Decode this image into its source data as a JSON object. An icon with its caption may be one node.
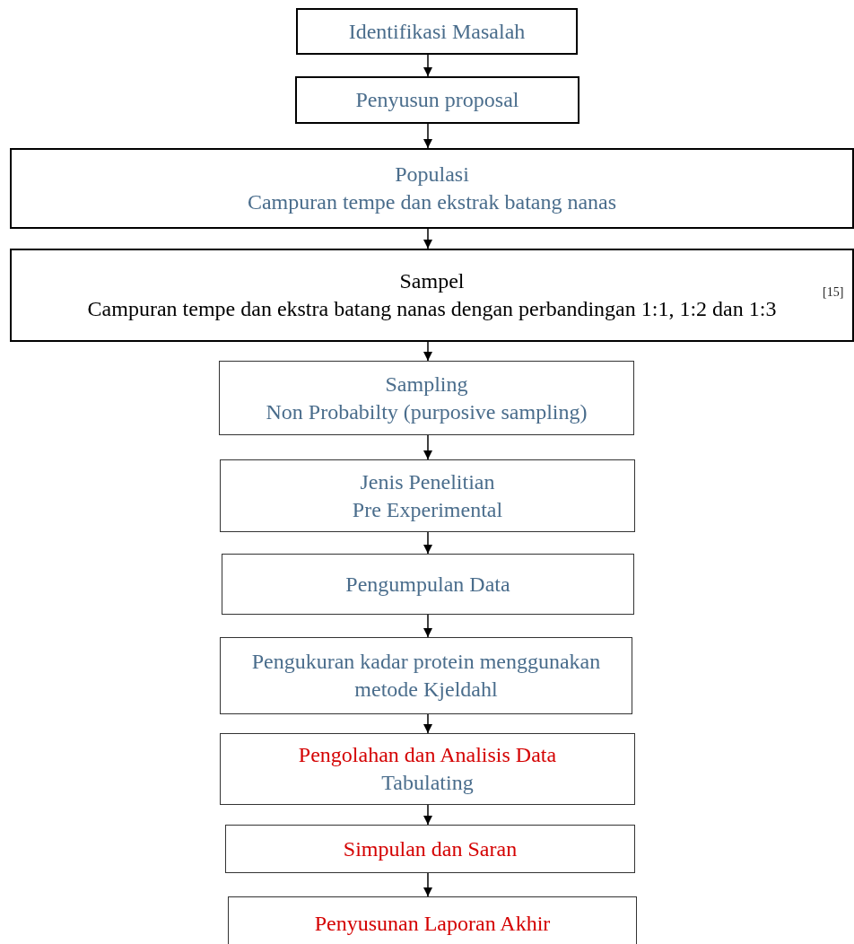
{
  "diagram": {
    "nodes": [
      {
        "text": [
          "Identifikasi Masalah"
        ]
      },
      {
        "text": [
          "Penyusun proposal"
        ]
      },
      {
        "text": [
          "Populasi",
          "Campuran tempe dan ekstrak batang nanas"
        ]
      },
      {
        "text": [
          "Sampel",
          "Campuran tempe dan ekstra batang nanas dengan perbandingan 1:1, 1:2 dan 1:3"
        ]
      },
      {
        "text": [
          "Sampling",
          "Non Probabilty (purposive sampling)"
        ]
      },
      {
        "text": [
          "Jenis Penelitian",
          "Pre Experimental"
        ]
      },
      {
        "text": [
          "Pengumpulan Data"
        ]
      },
      {
        "text": [
          "Pengukuran kadar protein menggunakan metode Kjeldahl"
        ]
      },
      {
        "text": [
          "Pengolahan dan Analisis Data",
          "Tabulating"
        ]
      },
      {
        "text": [
          "Simpulan dan Saran"
        ]
      },
      {
        "text": [
          "Penyusunan Laporan Akhir"
        ]
      }
    ],
    "edges": [
      {
        "from": 0,
        "to": 1,
        "arrow": "to"
      },
      {
        "from": 1,
        "to": 2,
        "arrow": "to"
      },
      {
        "from": 2,
        "to": 3,
        "arrow": "to"
      },
      {
        "from": 3,
        "to": 4,
        "arrow": "to"
      },
      {
        "from": 4,
        "to": 5,
        "arrow": "to"
      },
      {
        "from": 5,
        "to": 6,
        "arrow": "to"
      },
      {
        "from": 6,
        "to": 7,
        "arrow": "to"
      },
      {
        "from": 7,
        "to": 8,
        "arrow": "to"
      },
      {
        "from": 8,
        "to": 9,
        "arrow": "to"
      },
      {
        "from": 9,
        "to": 10,
        "arrow": "to"
      }
    ],
    "labels": [
      "[15]"
    ]
  }
}
